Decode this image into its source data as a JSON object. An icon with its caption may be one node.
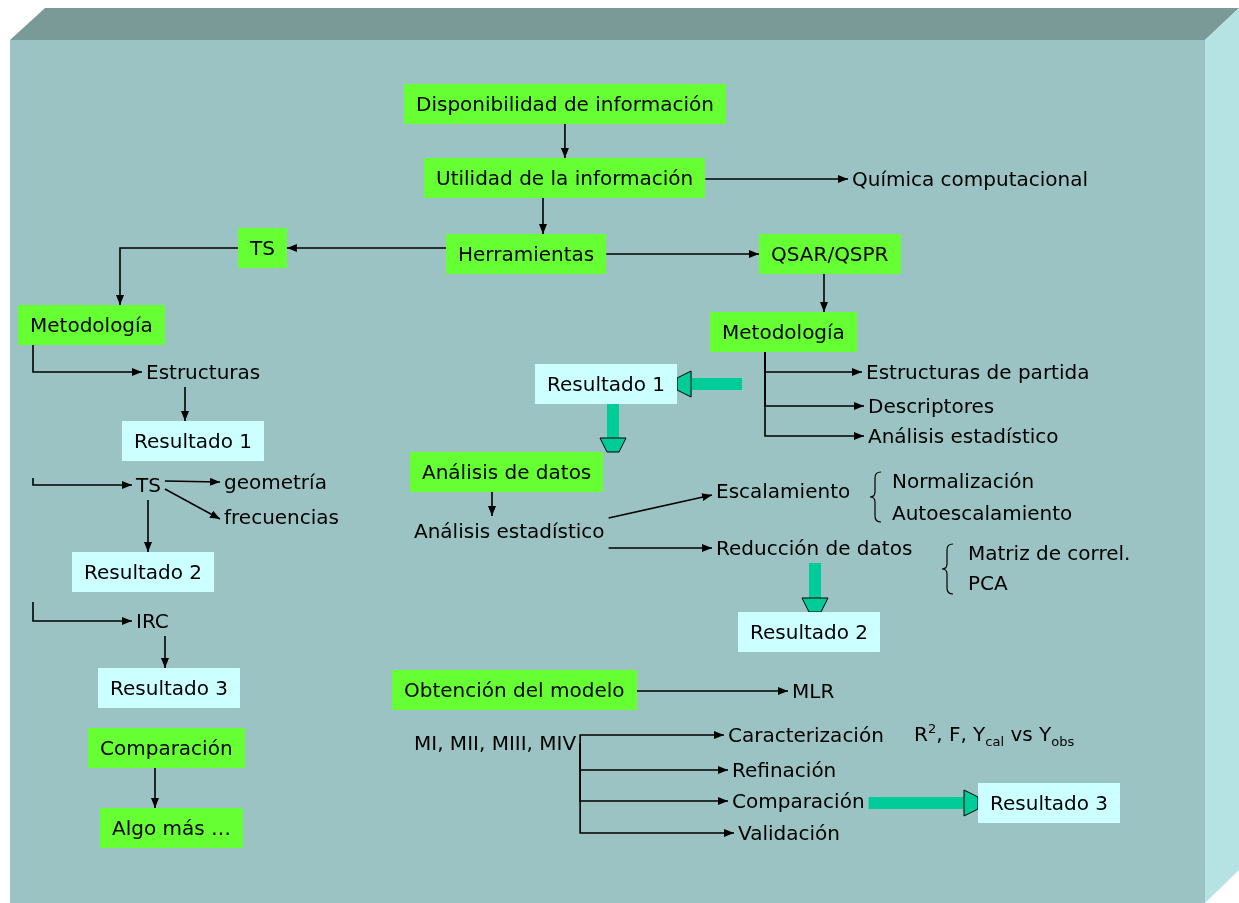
{
  "diagram": {
    "nodes": [
      {
        "text": [
          "Disponibilidad de información"
        ]
      },
      {
        "text": [
          "Utilidad de la información"
        ]
      },
      {
        "text": [
          "Química computacional"
        ]
      },
      {
        "text": [
          "Herramientas"
        ]
      },
      {
        "text": [
          "TS"
        ]
      },
      {
        "text": [
          "QSAR/QSPR"
        ]
      },
      {
        "text": [
          "Metodología"
        ]
      },
      {
        "text": [
          "Estructuras"
        ]
      },
      {
        "text": [
          "Resultado 1"
        ]
      },
      {
        "text": [
          "TS"
        ]
      },
      {
        "text": [
          "geometría"
        ]
      },
      {
        "text": [
          "frecuencias"
        ]
      },
      {
        "text": [
          "Resultado 2"
        ]
      },
      {
        "text": [
          "IRC"
        ]
      },
      {
        "text": [
          "Resultado 3"
        ]
      },
      {
        "text": [
          "Comparación"
        ]
      },
      {
        "text": [
          "Algo más …"
        ]
      },
      {
        "text": [
          "Metodología"
        ]
      },
      {
        "text": [
          "Resultado 1"
        ]
      },
      {
        "text": [
          "Estructuras de partida"
        ]
      },
      {
        "text": [
          "Descriptores"
        ]
      },
      {
        "text": [
          "Análisis estadístico"
        ]
      },
      {
        "text": [
          "Análisis de datos"
        ]
      },
      {
        "text": [
          "Análisis estadístico"
        ]
      },
      {
        "text": [
          "Escalamiento"
        ]
      },
      {
        "text": [
          "Normalización"
        ]
      },
      {
        "text": [
          "Autoescalamiento"
        ]
      },
      {
        "text": [
          "Reducción de datos"
        ]
      },
      {
        "text": [
          "Matriz de correl."
        ]
      },
      {
        "text": [
          "PCA"
        ]
      },
      {
        "text": [
          "Resultado 2"
        ]
      },
      {
        "text": [
          "Obtención del modelo"
        ]
      },
      {
        "text": [
          "MLR"
        ]
      },
      {
        "text": [
          "MI, MII, MIII, MIV"
        ]
      },
      {
        "text": [
          "Caracterización"
        ],
        "beside": [
          "R$^{2}$, F, Y$_{cal}$ vs Y$_{obs}$"
        ]
      },
      {
        "text": [
          "Refinación"
        ]
      },
      {
        "text": [
          "Comparación"
        ]
      },
      {
        "text": [
          "Validación"
        ]
      },
      {
        "text": [
          "Resultado 3"
        ]
      }
    ],
    "edges": [
      {
        "from": 0,
        "to": 1,
        "arrow": "to"
      },
      {
        "from": 1,
        "to": 2,
        "arrow": "to"
      },
      {
        "from": 1,
        "to": 3,
        "arrow": "to"
      },
      {
        "from": 3,
        "to": 4,
        "arrow": "to"
      },
      {
        "from": 3,
        "to": 5,
        "arrow": "to"
      },
      {
        "from": 4,
        "to": 6,
        "arrow": "to"
      },
      {
        "from": 6,
        "to": 7,
        "arrow": "to"
      },
      {
        "from": 7,
        "to": 8,
        "arrow": "to"
      },
      {
        "from": null,
        "to": 9,
        "arrow": "to"
      },
      {
        "from": 9,
        "to": 10,
        "arrow": "to"
      },
      {
        "from": 9,
        "to": 11,
        "arrow": "to"
      },
      {
        "from": 9,
        "to": 12,
        "arrow": "to"
      },
      {
        "from": null,
        "to": 13,
        "arrow": "to"
      },
      {
        "from": 13,
        "to": 14,
        "arrow": "to"
      },
      {
        "from": 15,
        "to": 16,
        "arrow": "to"
      },
      {
        "from": 5,
        "to": 17,
        "arrow": "to"
      },
      {
        "from": 17,
        "to": 19,
        "arrow": "to"
      },
      {
        "from": 17,
        "to": 20,
        "arrow": "to"
      },
      {
        "from": 17,
        "to": 21,
        "arrow": "to"
      },
      {
        "from": null,
        "to": 18,
        "arrow": "to",
        "style": "thick",
        "color": "#00cc99"
      },
      {
        "from": 18,
        "to": 22,
        "arrow": "to",
        "style": "thick",
        "color": "#00cc99"
      },
      {
        "from": 22,
        "to": 23,
        "arrow": "to"
      },
      {
        "from": 23,
        "to": 24,
        "arrow": "to"
      },
      {
        "from": 23,
        "to": 27,
        "arrow": "to"
      },
      {
        "from": 27,
        "to": 30,
        "arrow": "to",
        "style": "thick",
        "color": "#00cc99"
      },
      {
        "from": 31,
        "to": 32,
        "arrow": "to"
      },
      {
        "from": 33,
        "to": 34,
        "arrow": "to"
      },
      {
        "from": 33,
        "to": 35,
        "arrow": "to"
      },
      {
        "from": 33,
        "to": 36,
        "arrow": "to"
      },
      {
        "from": 33,
        "to": 37,
        "arrow": "to"
      },
      {
        "from": 36,
        "to": 38,
        "arrow": "to",
        "style": "thick",
        "color": "#00cc99"
      }
    ]
  }
}
